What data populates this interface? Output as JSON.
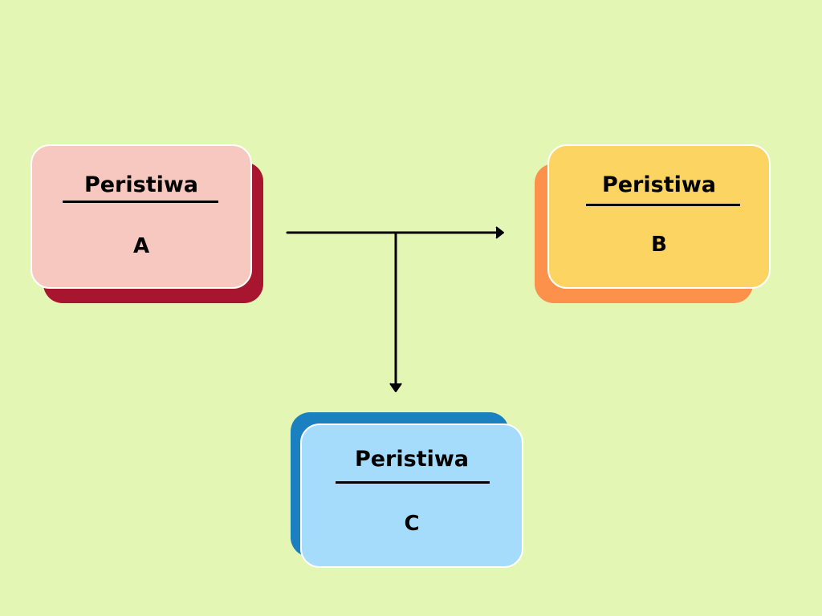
{
  "diagram": {
    "nodes": [
      {
        "id": "a",
        "title": "Peristiwa",
        "label": "A",
        "face_color": "#f6c8c0",
        "shadow_color": "#a8152f"
      },
      {
        "id": "b",
        "title": "Peristiwa",
        "label": "B",
        "face_color": "#fcd462",
        "shadow_color": "#fb914b"
      },
      {
        "id": "c",
        "title": "Peristiwa",
        "label": "C",
        "face_color": "#a5dcfc",
        "shadow_color": "#1a80bf"
      }
    ],
    "edges": [
      {
        "from": "a",
        "to": "b"
      },
      {
        "from": "a",
        "to": "c"
      }
    ]
  },
  "colors": {
    "background": "#e3f6b3",
    "arrow": "#000000"
  }
}
